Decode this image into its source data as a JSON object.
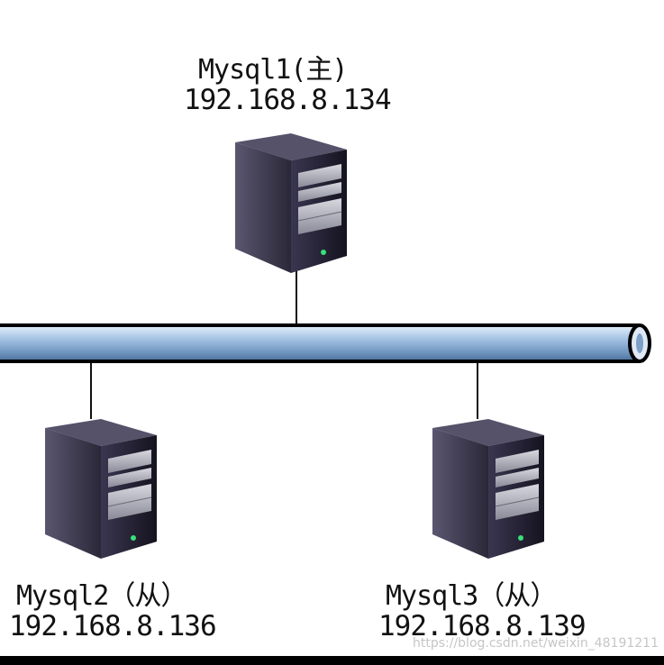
{
  "nodes": [
    {
      "name": "Mysql1(主)",
      "ip": "192.168.8.134"
    },
    {
      "name": "Mysql2（从）",
      "ip": "192.168.8.136"
    },
    {
      "name": "Mysql3（从）",
      "ip": "192.168.8.139"
    }
  ],
  "watermark": "https://blog.csdn.net/weixin_48191211",
  "colors": {
    "bus_fill": "#8fb3d9",
    "bus_outline": "#000000",
    "server_dark": "#1e1b2a",
    "led": "#38e07a"
  }
}
